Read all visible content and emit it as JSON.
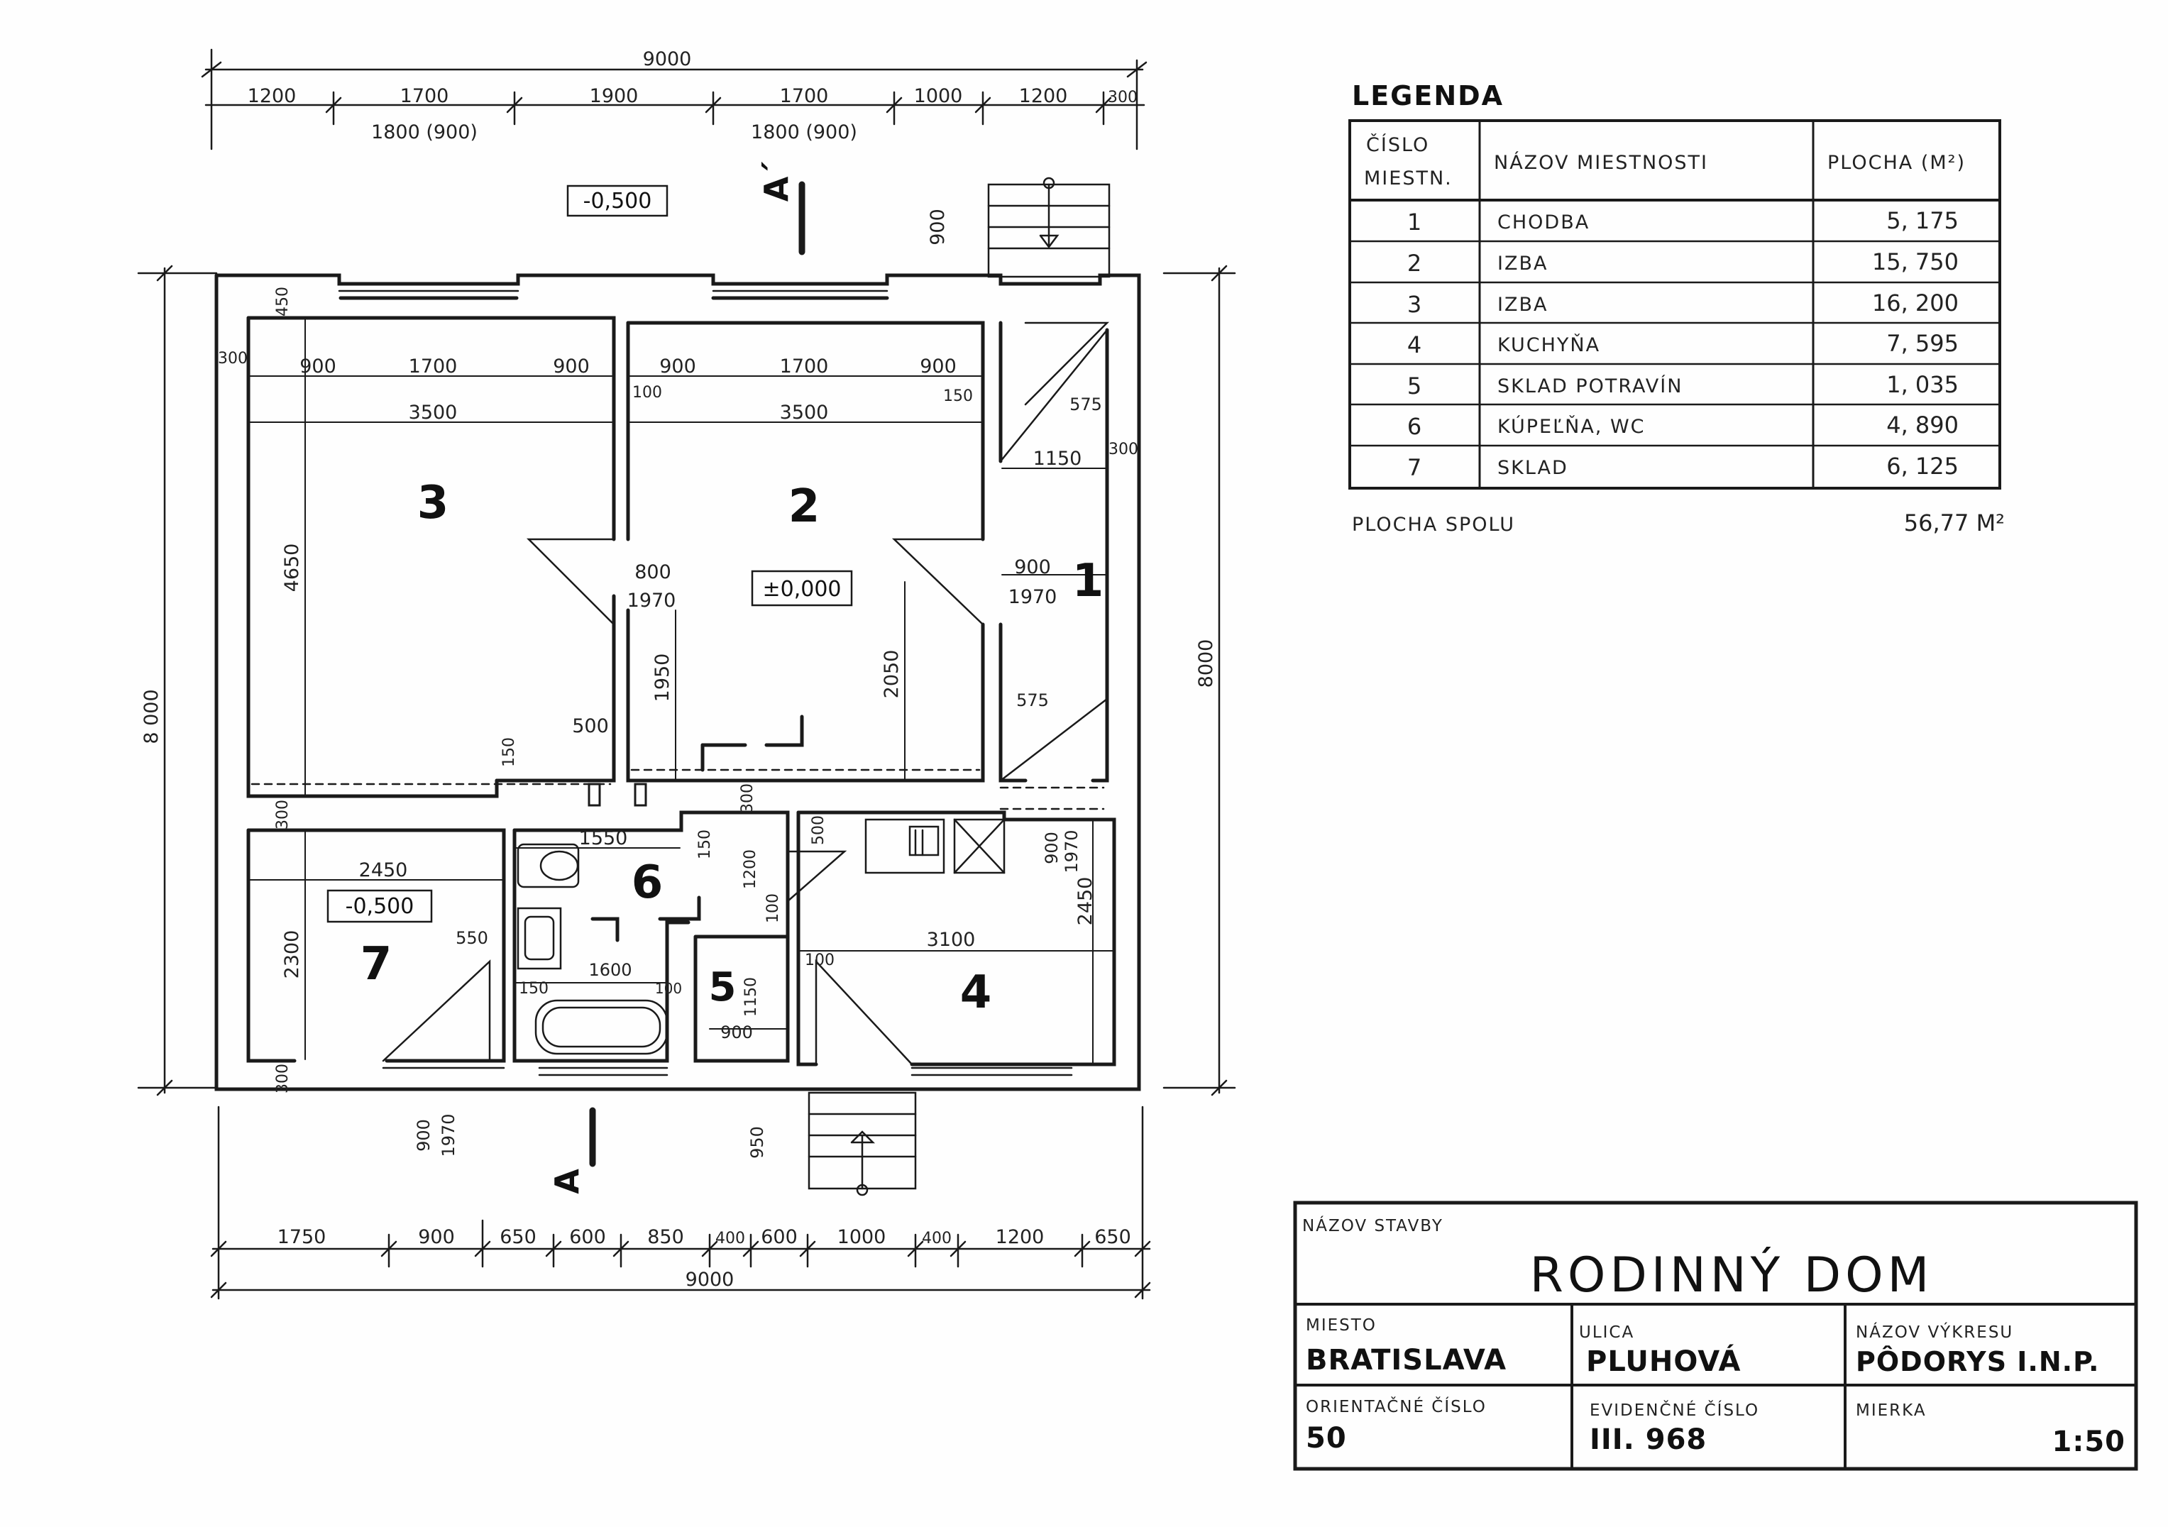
{
  "plan": {
    "top_total": "9000",
    "top_dims": [
      "1200",
      "1700",
      "1900",
      "1700",
      "1000",
      "1200",
      "300"
    ],
    "top_window_sub_left": "1800 (900)",
    "top_window_sub_right": "1800 (900)",
    "level_outside_top": "-0,500",
    "stair_top_dim": "900",
    "left_total": "8 000",
    "right_total": "8000",
    "bottom_dims": [
      "1750",
      "900",
      "650",
      "600",
      "850",
      "400",
      "600",
      "1000",
      "400",
      "1200",
      "650"
    ],
    "bottom_total": "9000",
    "door_bottom_7_w": "900",
    "door_bottom_7_h": "1970",
    "stair_bottom_dim": "950",
    "wall_450": "450",
    "wall_300a": "300",
    "wall_300b": "300",
    "wall_300c": "300",
    "wall_300d": "300",
    "wall_300e": "300",
    "wall_300f": "300",
    "room3": {
      "number": "3",
      "win_dims": [
        "900",
        "1700",
        "900"
      ],
      "width": "3500",
      "height": "4650",
      "door_w": "800",
      "door_h": "1970",
      "dim_150": "150",
      "dim_500": "500"
    },
    "room2": {
      "number": "2",
      "win_dims": [
        "900",
        "1700",
        "900"
      ],
      "dim_100": "100",
      "dim_150": "150",
      "width": "3500",
      "level": "±0,000",
      "dim_1950": "1950",
      "dim_2050": "2050"
    },
    "room1": {
      "number": "1",
      "dim_575a": "575",
      "width": "1150",
      "door_w": "900",
      "door_h": "1970",
      "dim_575b": "575"
    },
    "room7": {
      "number": "7",
      "width": "2450",
      "level": "-0,500",
      "height": "2300",
      "dim_550": "550"
    },
    "room6": {
      "number": "6",
      "width": "1550",
      "dim_150": "150",
      "dim_1200": "1200",
      "dim_100": "100",
      "dim_1600": "1600",
      "dim_150b": "150",
      "dim_100b": "100"
    },
    "room5": {
      "number": "5",
      "dim_1150": "1150",
      "dim_900": "900"
    },
    "room4": {
      "number": "4",
      "dim_500": "500",
      "door_w": "900",
      "door_h": "1970",
      "height": "2450",
      "width": "3100",
      "dim_100": "100"
    },
    "section_top": "A´",
    "section_bottom": "A"
  },
  "legend": {
    "title": "LEGENDA",
    "col_num": [
      "ČÍSLO",
      "MIESTN."
    ],
    "col_name": "NÁZOV MIESTNOSTI",
    "col_area": "PLOCHA (M²)",
    "rows": [
      {
        "num": "1",
        "name": "CHODBA",
        "area": "5, 175"
      },
      {
        "num": "2",
        "name": "IZBA",
        "area": "15, 750"
      },
      {
        "num": "3",
        "name": "IZBA",
        "area": "16, 200"
      },
      {
        "num": "4",
        "name": "KUCHYŇA",
        "area": "7, 595"
      },
      {
        "num": "5",
        "name": "SKLAD  POTRAVÍN",
        "area": "1, 035"
      },
      {
        "num": "6",
        "name": "KÚPEĽŇA, WC",
        "area": "4, 890"
      },
      {
        "num": "7",
        "name": "SKLAD",
        "area": "6, 125"
      }
    ],
    "total_label": "PLOCHA  SPOLU",
    "total_value": "56,77  M²"
  },
  "title_block": {
    "building_label": "NÁZOV STAVBY",
    "building": "RODINNÝ DOM",
    "city_label": "MIESTO",
    "city": "BRATISLAVA",
    "street_label": "ULICA",
    "street": "PLUHOVÁ",
    "drawing_label": "NÁZOV VÝKRESU",
    "drawing": "PÔDORYS I.N.P.",
    "orient_label": "ORIENTAČNÉ ČÍSLO",
    "orient": "50",
    "evid_label": "EVIDENČNÉ ČÍSLO",
    "evid": "III. 968",
    "scale_label": "MIERKA",
    "scale": "1:50"
  }
}
